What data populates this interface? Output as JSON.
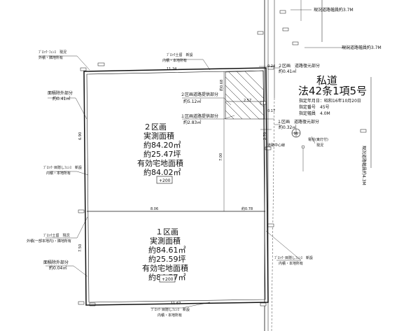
{
  "roads": {
    "current_width_label": "現況道路幅員約3.7M",
    "current_width_label_2": "現況道路幅員約3.7M",
    "vertical_width_label": "現況道路幅員約4.3M"
  },
  "private_road": {
    "title": "私道",
    "article": "法42条1項5号",
    "designation_date": "指定年月日：昭和16年10月20日",
    "designation_number": "指定番号　45号",
    "designated_width": "指定幅員　4.0M"
  },
  "plot2": {
    "name": "２区画",
    "area_label": "実測面積",
    "area_m2": "約84.20㎡",
    "area_tsubo": "約25.47坪",
    "effective_label": "有効宅地面積",
    "effective_m2": "約84.02㎡",
    "elevation": "+200"
  },
  "plot1": {
    "name": "１区画",
    "area_label": "実測面積",
    "area_m2": "約84.61㎡",
    "area_tsubo": "約25.59坪",
    "effective_label": "有効宅地面積",
    "effective_m2": "約84.57㎡",
    "elevation": "+200"
  },
  "notes": {
    "top_left_fence": "ﾌﾞﾛｯｸ･ﾌｪﾝｽ　現況",
    "top_left_owner": "外積・隣地所有",
    "top_block": "ﾌﾞﾛｯｸ土留　新設",
    "top_block_owner": "内積・本地所有",
    "left_exclusion_1": "面積除外部分",
    "left_exclusion_1_val": "約0.41㎡",
    "left_fence_new": "ﾌﾞﾛｯｸ･目隠しﾌｪﾝｽ　新設",
    "left_fence_new_owner": "内積・本地所有",
    "left_block_current": "ﾌﾞﾛｯｸ土留　現況",
    "left_block_current_owner": "外積(一部本地内)・隣地所有",
    "left_exclusion_2": "面積除外部分",
    "left_exclusion_2_val": "約0.04㎡",
    "bottom_fence": "ﾌﾞﾛｯｸ･目隠しﾌｪﾝｽ　新設",
    "bottom_fence_owner": "内積・本地所有",
    "right_fence": "ﾌﾞﾛｯｸ･目隠しﾌｪﾝｽ　新設",
    "right_fence_owner": "内積・本地所有",
    "road_restore_2": "２区画　道路復元部分",
    "road_restore_2_val": "約0.41㎡",
    "road_provide_2": "２区画道路提供部分",
    "road_provide_2_val": "約5.12㎡",
    "road_provide_1": "１区画道路提供部分",
    "road_provide_1_val": "約2.83㎡",
    "road_restore_1": "１区画　道路復元部分",
    "road_restore_1_val": "約0.32㎡",
    "pole": "電柱(東灯付)",
    "pole_sub": "現況",
    "road_center": "道路中心線",
    "manhole": "M"
  },
  "dims": {
    "top": "11.24",
    "middle": "8.06",
    "middle_right": "約0.78",
    "bottom": "11.67",
    "left_upper": "6.90",
    "left_lower": "7.50",
    "inner_vertical": "7.00",
    "right_small_a": "0.24",
    "right_small_b": "2.57",
    "right_small_c": "0.17",
    "right_small_d": "2.70",
    "angle_top": "約0.68"
  },
  "colors": {
    "line": "#111111",
    "fill": "#ffffff"
  }
}
